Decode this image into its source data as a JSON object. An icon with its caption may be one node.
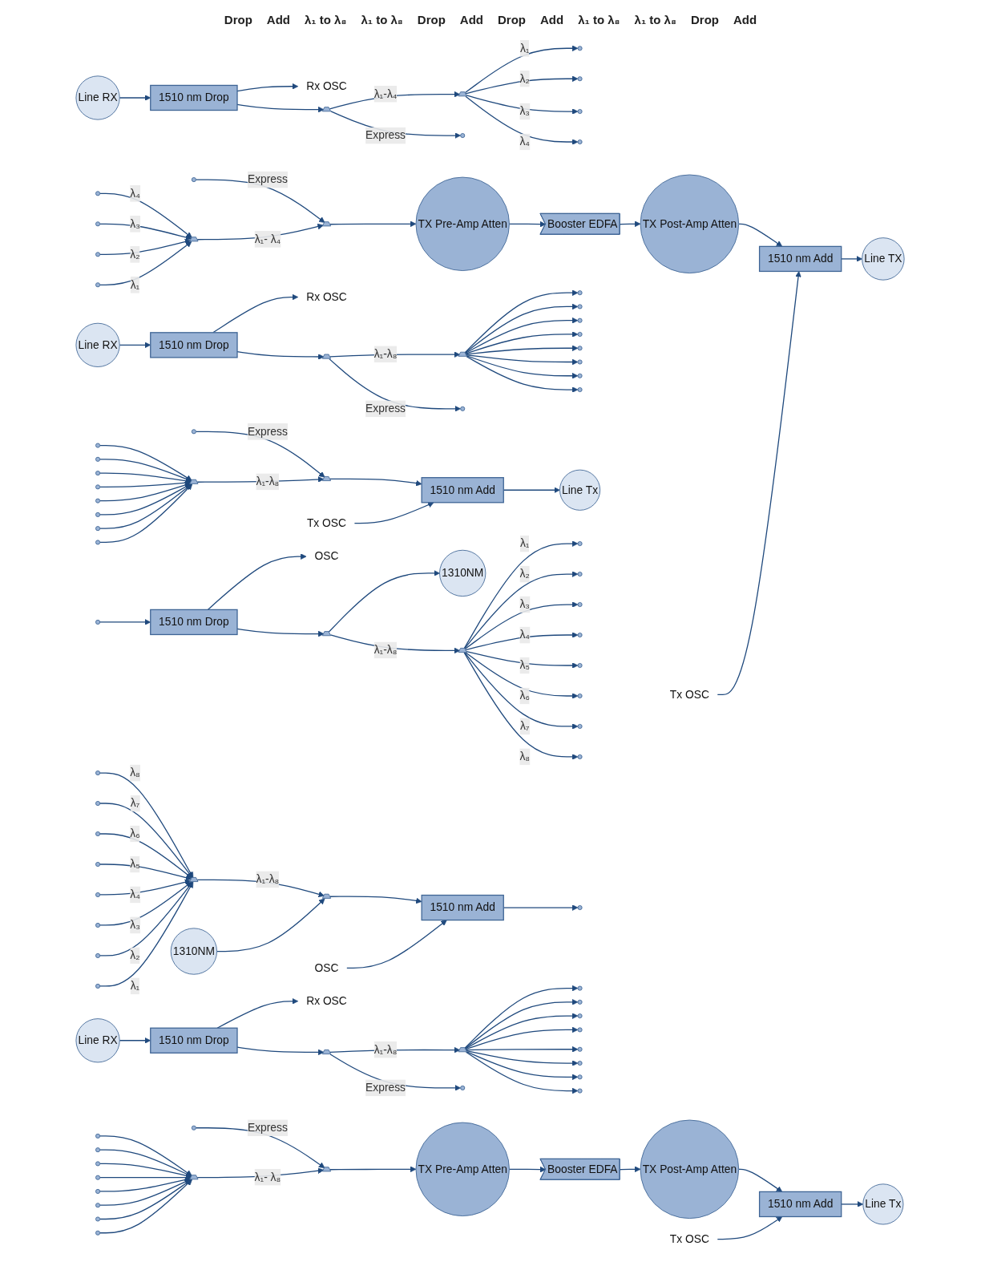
{
  "diagram": {
    "nodes": [
      {
        "text": [
          "Line RX"
        ]
      },
      {
        "text": [
          "1510 nm Drop"
        ]
      },
      {
        "text": [
          "Rx OSC"
        ]
      },
      {
        "text": [],
        "shape": "trapezoid"
      },
      {
        "text": [],
        "shape": "trapezoid"
      },
      {
        "text": [],
        "shape": "circle"
      },
      {
        "text": [],
        "shape": "circle"
      },
      {
        "text": [],
        "shape": "circle"
      },
      {
        "text": [],
        "shape": "circle"
      },
      {
        "text": [],
        "shape": "circle"
      },
      {
        "text": [],
        "shape": "circle"
      },
      {
        "text": [],
        "shape": "circle"
      },
      {
        "text": [],
        "shape": "circle"
      },
      {
        "text": [],
        "shape": "circle"
      },
      {
        "text": [],
        "shape": "circle"
      },
      {
        "text": [],
        "shape": "trapezoid"
      },
      {
        "text": [],
        "shape": "trapezoid"
      },
      {
        "text": [
          "TX Pre-Amp Atten"
        ]
      },
      {
        "text": [
          "Booster EDFA"
        ]
      },
      {
        "text": [
          "TX Post-Amp Atten"
        ]
      },
      {
        "text": [
          "1510 nm Add"
        ]
      },
      {
        "text": [
          "Tx OSC"
        ]
      },
      {
        "text": [
          "Line TX"
        ]
      },
      {
        "text": [
          "Line RX"
        ]
      },
      {
        "text": [
          "1510 nm Drop"
        ]
      },
      {
        "text": [
          "Rx OSC"
        ]
      },
      {
        "text": [],
        "shape": "trapezoid"
      },
      {
        "text": [],
        "shape": "trapezoid"
      },
      {
        "text": [],
        "shape": "circle"
      },
      {
        "text": [],
        "shape": "circle"
      },
      {
        "text": [],
        "shape": "circle"
      },
      {
        "text": [],
        "shape": "circle"
      },
      {
        "text": [],
        "shape": "circle"
      },
      {
        "text": [],
        "shape": "circle"
      },
      {
        "text": [],
        "shape": "circle"
      },
      {
        "text": [],
        "shape": "circle"
      },
      {
        "text": [],
        "shape": "circle"
      },
      {
        "text": [],
        "shape": "circle"
      },
      {
        "text": [],
        "shape": "circle"
      },
      {
        "text": [],
        "shape": "circle"
      },
      {
        "text": [],
        "shape": "circle"
      },
      {
        "text": [],
        "shape": "circle"
      },
      {
        "text": [],
        "shape": "circle"
      },
      {
        "text": [],
        "shape": "circle"
      },
      {
        "text": [],
        "shape": "circle"
      },
      {
        "text": [],
        "shape": "circle"
      },
      {
        "text": [],
        "shape": "trapezoid"
      },
      {
        "text": [],
        "shape": "trapezoid"
      },
      {
        "text": [
          "1510 nm Add"
        ]
      },
      {
        "text": [
          "Tx OSC"
        ]
      },
      {
        "text": [
          "Line Tx"
        ]
      },
      {
        "text": [],
        "shape": "circle"
      },
      {
        "text": [
          "1510 nm Drop"
        ]
      },
      {
        "text": [
          "OSC"
        ]
      },
      {
        "text": [],
        "shape": "trapezoid"
      },
      {
        "text": [
          "1310NM"
        ]
      },
      {
        "text": [],
        "shape": "trapezoid"
      },
      {
        "text": [],
        "shape": "circle"
      },
      {
        "text": [],
        "shape": "circle"
      },
      {
        "text": [],
        "shape": "circle"
      },
      {
        "text": [],
        "shape": "circle"
      },
      {
        "text": [],
        "shape": "circle"
      },
      {
        "text": [],
        "shape": "circle"
      },
      {
        "text": [],
        "shape": "circle"
      },
      {
        "text": [],
        "shape": "circle"
      },
      {
        "text": [],
        "shape": "circle"
      },
      {
        "text": [],
        "shape": "circle"
      },
      {
        "text": [],
        "shape": "circle"
      },
      {
        "text": [],
        "shape": "circle"
      },
      {
        "text": [],
        "shape": "circle"
      },
      {
        "text": [],
        "shape": "circle"
      },
      {
        "text": [],
        "shape": "circle"
      },
      {
        "text": [],
        "shape": "circle"
      },
      {
        "text": [],
        "shape": "trapezoid"
      },
      {
        "text": [
          "1310NM"
        ]
      },
      {
        "text": [],
        "shape": "trapezoid"
      },
      {
        "text": [
          "1510 nm Add"
        ]
      },
      {
        "text": [
          "OSC"
        ]
      },
      {
        "text": [],
        "shape": "circle"
      },
      {
        "text": [
          "Line RX"
        ]
      },
      {
        "text": [
          "1510 nm Drop"
        ]
      },
      {
        "text": [
          "Rx OSC"
        ]
      },
      {
        "text": [],
        "shape": "trapezoid"
      },
      {
        "text": [],
        "shape": "trapezoid"
      },
      {
        "text": [],
        "shape": "circle"
      },
      {
        "text": [],
        "shape": "circle"
      },
      {
        "text": [],
        "shape": "circle"
      },
      {
        "text": [],
        "shape": "circle"
      },
      {
        "text": [],
        "shape": "circle"
      },
      {
        "text": [],
        "shape": "circle"
      },
      {
        "text": [],
        "shape": "circle"
      },
      {
        "text": [],
        "shape": "circle"
      },
      {
        "text": [],
        "shape": "circle"
      },
      {
        "text": [],
        "shape": "circle"
      },
      {
        "text": [],
        "shape": "circle"
      },
      {
        "text": [],
        "shape": "circle"
      },
      {
        "text": [],
        "shape": "circle"
      },
      {
        "text": [],
        "shape": "circle"
      },
      {
        "text": [],
        "shape": "circle"
      },
      {
        "text": [],
        "shape": "circle"
      },
      {
        "text": [],
        "shape": "circle"
      },
      {
        "text": [],
        "shape": "circle"
      },
      {
        "text": [],
        "shape": "trapezoid"
      },
      {
        "text": [],
        "shape": "trapezoid"
      },
      {
        "text": [
          "TX Pre-Amp Atten"
        ]
      },
      {
        "text": [
          "Booster EDFA"
        ]
      },
      {
        "text": [
          "TX Post-Amp Atten"
        ]
      },
      {
        "text": [
          "1510 nm Add"
        ]
      },
      {
        "text": [
          "Tx OSC"
        ]
      },
      {
        "text": [
          "Line Tx"
        ]
      }
    ],
    "edges": [
      {
        "from": 0,
        "to": 1,
        "arrow": "to"
      },
      {
        "from": 1,
        "to": 2,
        "arrow": "to"
      },
      {
        "from": 1,
        "to": 3,
        "arrow": "to"
      },
      {
        "from": 3,
        "to": 4,
        "arrow": "to",
        "label": "λ₁-λ₄"
      },
      {
        "from": 3,
        "to": 5,
        "arrow": "to",
        "label": "Express"
      },
      {
        "from": 4,
        "to": 6,
        "arrow": "to",
        "label": "λ₁"
      },
      {
        "from": 4,
        "to": 7,
        "arrow": "to",
        "label": "λ₂"
      },
      {
        "from": 4,
        "to": 8,
        "arrow": "to",
        "label": "λ₃"
      },
      {
        "from": 4,
        "to": 9,
        "arrow": "to",
        "label": "λ₄"
      },
      {
        "from": 10,
        "to": 15,
        "arrow": "to",
        "label": "λ₄"
      },
      {
        "from": 11,
        "to": 15,
        "arrow": "to",
        "label": "λ₃"
      },
      {
        "from": 12,
        "to": 15,
        "arrow": "to",
        "label": "λ₂"
      },
      {
        "from": 13,
        "to": 15,
        "arrow": "to",
        "label": "λ₁"
      },
      {
        "from": 14,
        "to": 16,
        "arrow": "to",
        "label": "Express"
      },
      {
        "from": 15,
        "to": 16,
        "arrow": "to",
        "label": "λ₁- λ₄"
      },
      {
        "from": 16,
        "to": 17,
        "arrow": "to"
      },
      {
        "from": 17,
        "to": 18,
        "arrow": "to"
      },
      {
        "from": 18,
        "to": 19,
        "arrow": "to"
      },
      {
        "from": 19,
        "to": 20,
        "arrow": "to"
      },
      {
        "from": 21,
        "to": 20,
        "arrow": "to"
      },
      {
        "from": 20,
        "to": 22,
        "arrow": "to"
      },
      {
        "from": 23,
        "to": 24,
        "arrow": "to"
      },
      {
        "from": 24,
        "to": 25,
        "arrow": "to"
      },
      {
        "from": 24,
        "to": 26,
        "arrow": "to"
      },
      {
        "from": 26,
        "to": 27,
        "arrow": "to",
        "label": "λ₁-λ₈"
      },
      {
        "from": 26,
        "to": 28,
        "arrow": "to",
        "label": "Express"
      },
      {
        "from": 27,
        "to": 29,
        "arrow": "to"
      },
      {
        "from": 27,
        "to": 30,
        "arrow": "to"
      },
      {
        "from": 27,
        "to": 31,
        "arrow": "to"
      },
      {
        "from": 27,
        "to": 32,
        "arrow": "to"
      },
      {
        "from": 27,
        "to": 33,
        "arrow": "to"
      },
      {
        "from": 27,
        "to": 34,
        "arrow": "to"
      },
      {
        "from": 27,
        "to": 35,
        "arrow": "to"
      },
      {
        "from": 27,
        "to": 36,
        "arrow": "to"
      },
      {
        "from": 37,
        "to": 46,
        "arrow": "to"
      },
      {
        "from": 38,
        "to": 46,
        "arrow": "to"
      },
      {
        "from": 39,
        "to": 46,
        "arrow": "to"
      },
      {
        "from": 40,
        "to": 46,
        "arrow": "to"
      },
      {
        "from": 41,
        "to": 46,
        "arrow": "to"
      },
      {
        "from": 42,
        "to": 46,
        "arrow": "to"
      },
      {
        "from": 43,
        "to": 46,
        "arrow": "to"
      },
      {
        "from": 44,
        "to": 46,
        "arrow": "to"
      },
      {
        "from": 45,
        "to": 47,
        "arrow": "to",
        "label": "Express"
      },
      {
        "from": 46,
        "to": 47,
        "arrow": "to",
        "label": "λ₁-λ₈"
      },
      {
        "from": 47,
        "to": 48,
        "arrow": "to"
      },
      {
        "from": 49,
        "to": 48,
        "arrow": "to"
      },
      {
        "from": 48,
        "to": 50,
        "arrow": "to"
      },
      {
        "from": 51,
        "to": 52,
        "arrow": "to"
      },
      {
        "from": 52,
        "to": 53,
        "arrow": "to"
      },
      {
        "from": 52,
        "to": 54,
        "arrow": "to"
      },
      {
        "from": 54,
        "to": 55,
        "arrow": "to"
      },
      {
        "from": 54,
        "to": 56,
        "arrow": "to",
        "label": "λ₁-λ₈"
      },
      {
        "from": 56,
        "to": 57,
        "arrow": "to",
        "label": "λ₁"
      },
      {
        "from": 56,
        "to": 58,
        "arrow": "to",
        "label": "λ₂"
      },
      {
        "from": 56,
        "to": 59,
        "arrow": "to",
        "label": "λ₃"
      },
      {
        "from": 56,
        "to": 60,
        "arrow": "to",
        "label": "λ₄"
      },
      {
        "from": 56,
        "to": 61,
        "arrow": "to",
        "label": "λ₅"
      },
      {
        "from": 56,
        "to": 62,
        "arrow": "to",
        "label": "λ₆"
      },
      {
        "from": 56,
        "to": 63,
        "arrow": "to",
        "label": "λ₇"
      },
      {
        "from": 56,
        "to": 64,
        "arrow": "to",
        "label": "λ₈"
      },
      {
        "from": 65,
        "to": 73,
        "arrow": "to",
        "label": "λ₈"
      },
      {
        "from": 66,
        "to": 73,
        "arrow": "to",
        "label": "λ₇"
      },
      {
        "from": 67,
        "to": 73,
        "arrow": "to",
        "label": "λ₆"
      },
      {
        "from": 68,
        "to": 73,
        "arrow": "to",
        "label": "λ₅"
      },
      {
        "from": 69,
        "to": 73,
        "arrow": "to",
        "label": "λ₄"
      },
      {
        "from": 70,
        "to": 73,
        "arrow": "to",
        "label": "λ₃"
      },
      {
        "from": 71,
        "to": 73,
        "arrow": "to",
        "label": "λ₂"
      },
      {
        "from": 72,
        "to": 73,
        "arrow": "to",
        "label": "λ₁"
      },
      {
        "from": 73,
        "to": 75,
        "arrow": "to",
        "label": "λ₁-λ₈"
      },
      {
        "from": 74,
        "to": 75,
        "arrow": "to"
      },
      {
        "from": 75,
        "to": 76,
        "arrow": "to"
      },
      {
        "from": 77,
        "to": 76,
        "arrow": "to"
      },
      {
        "from": 76,
        "to": 78,
        "arrow": "to"
      },
      {
        "from": 79,
        "to": 80,
        "arrow": "to"
      },
      {
        "from": 80,
        "to": 81,
        "arrow": "to"
      },
      {
        "from": 80,
        "to": 82,
        "arrow": "to"
      },
      {
        "from": 82,
        "to": 83,
        "arrow": "to",
        "label": "λ₁-λ₈"
      },
      {
        "from": 82,
        "to": 84,
        "arrow": "to",
        "label": "Express"
      },
      {
        "from": 83,
        "to": 85,
        "arrow": "to"
      },
      {
        "from": 83,
        "to": 86,
        "arrow": "to"
      },
      {
        "from": 83,
        "to": 87,
        "arrow": "to"
      },
      {
        "from": 83,
        "to": 88,
        "arrow": "to"
      },
      {
        "from": 83,
        "to": 89,
        "arrow": "to"
      },
      {
        "from": 83,
        "to": 90,
        "arrow": "to"
      },
      {
        "from": 83,
        "to": 91,
        "arrow": "to"
      },
      {
        "from": 83,
        "to": 92,
        "arrow": "to"
      },
      {
        "from": 93,
        "to": 102,
        "arrow": "to"
      },
      {
        "from": 94,
        "to": 102,
        "arrow": "to"
      },
      {
        "from": 95,
        "to": 102,
        "arrow": "to"
      },
      {
        "from": 96,
        "to": 102,
        "arrow": "to"
      },
      {
        "from": 97,
        "to": 102,
        "arrow": "to"
      },
      {
        "from": 98,
        "to": 102,
        "arrow": "to"
      },
      {
        "from": 99,
        "to": 102,
        "arrow": "to"
      },
      {
        "from": 100,
        "to": 102,
        "arrow": "to"
      },
      {
        "from": 101,
        "to": 103,
        "arrow": "to",
        "label": "Express"
      },
      {
        "from": 102,
        "to": 103,
        "arrow": "to",
        "label": "λ₁- λ₈"
      },
      {
        "from": 103,
        "to": 104,
        "arrow": "to"
      },
      {
        "from": 104,
        "to": 105,
        "arrow": "to"
      },
      {
        "from": 105,
        "to": 106,
        "arrow": "to"
      },
      {
        "from": 106,
        "to": 107,
        "arrow": "to"
      },
      {
        "from": 108,
        "to": 107,
        "arrow": "to"
      },
      {
        "from": 107,
        "to": 109,
        "arrow": "to"
      }
    ],
    "labels": [
      "Drop",
      "Add",
      "λ₁ to λ₈",
      "λ₁ to λ₈",
      "Drop",
      "Add",
      "Drop",
      "Add",
      "λ₁ to λ₈",
      "λ₁ to λ₈",
      "Drop",
      "Add"
    ]
  }
}
